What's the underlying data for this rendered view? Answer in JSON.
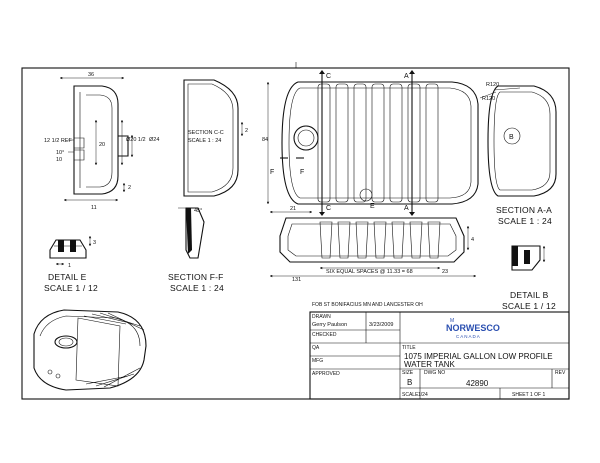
{
  "dimensions": {
    "d36": "36",
    "d12_1_2_ref": "12 1/2 REF",
    "d10": "10",
    "d20": "20",
    "d20_1_2_dia": "Ø20 1/2",
    "d24_dia": "Ø24",
    "d11": "11",
    "d2": "2",
    "d3": "3",
    "d1": "1",
    "d10deg": "10°",
    "d84": "84",
    "r120": "R120",
    "d45deg": "45°",
    "d21": "21",
    "d131": "131",
    "six_spaces": "SIX EQUAL SPACES @ 11.33 = 68",
    "d23": "23",
    "d4": "4"
  },
  "sections": {
    "c": "C",
    "a": "A",
    "f": "F",
    "e": "E",
    "b": "B"
  },
  "captions": {
    "section_cc": "SECTION C-C",
    "section_cc_scale": "SCALE 1 : 24",
    "section_aa": "SECTION A-A",
    "section_aa_scale": "SCALE 1 : 24",
    "detail_e": "DETAIL  E",
    "detail_e_scale": "SCALE 1 / 12",
    "section_ff": "SECTION F-F",
    "section_ff_scale": "SCALE 1 : 24",
    "detail_b": "DETAIL  B",
    "detail_b_scale": "SCALE 1 / 12"
  },
  "note_fob": "FOB ST BONIFACIUS MN AND LANCESTER OH",
  "title_block": {
    "drawn_label": "DRAWN",
    "drawn_by": "Gerry Paulson",
    "drawn_date": "3/23/2009",
    "checked_label": "CHECKED",
    "title_label": "TITLE",
    "qa_label": "QA",
    "mfg_label": "MFG",
    "approved_label": "APPROVED",
    "title_line1": "1075 IMPERIAL GALLON LOW PROFILE",
    "title_line2": "WATER TANK",
    "size_label": "SIZE",
    "size_value": "B",
    "dwg_no_label": "DWG NO",
    "dwg_no": "42890",
    "rev_label": "REV",
    "scale_label": "SCALE",
    "scale_value": "1/24",
    "sheet": "SHEET 1  OF  1"
  },
  "logo": {
    "text": "NORWESCO",
    "sub": "CANADA",
    "mark": "M"
  }
}
